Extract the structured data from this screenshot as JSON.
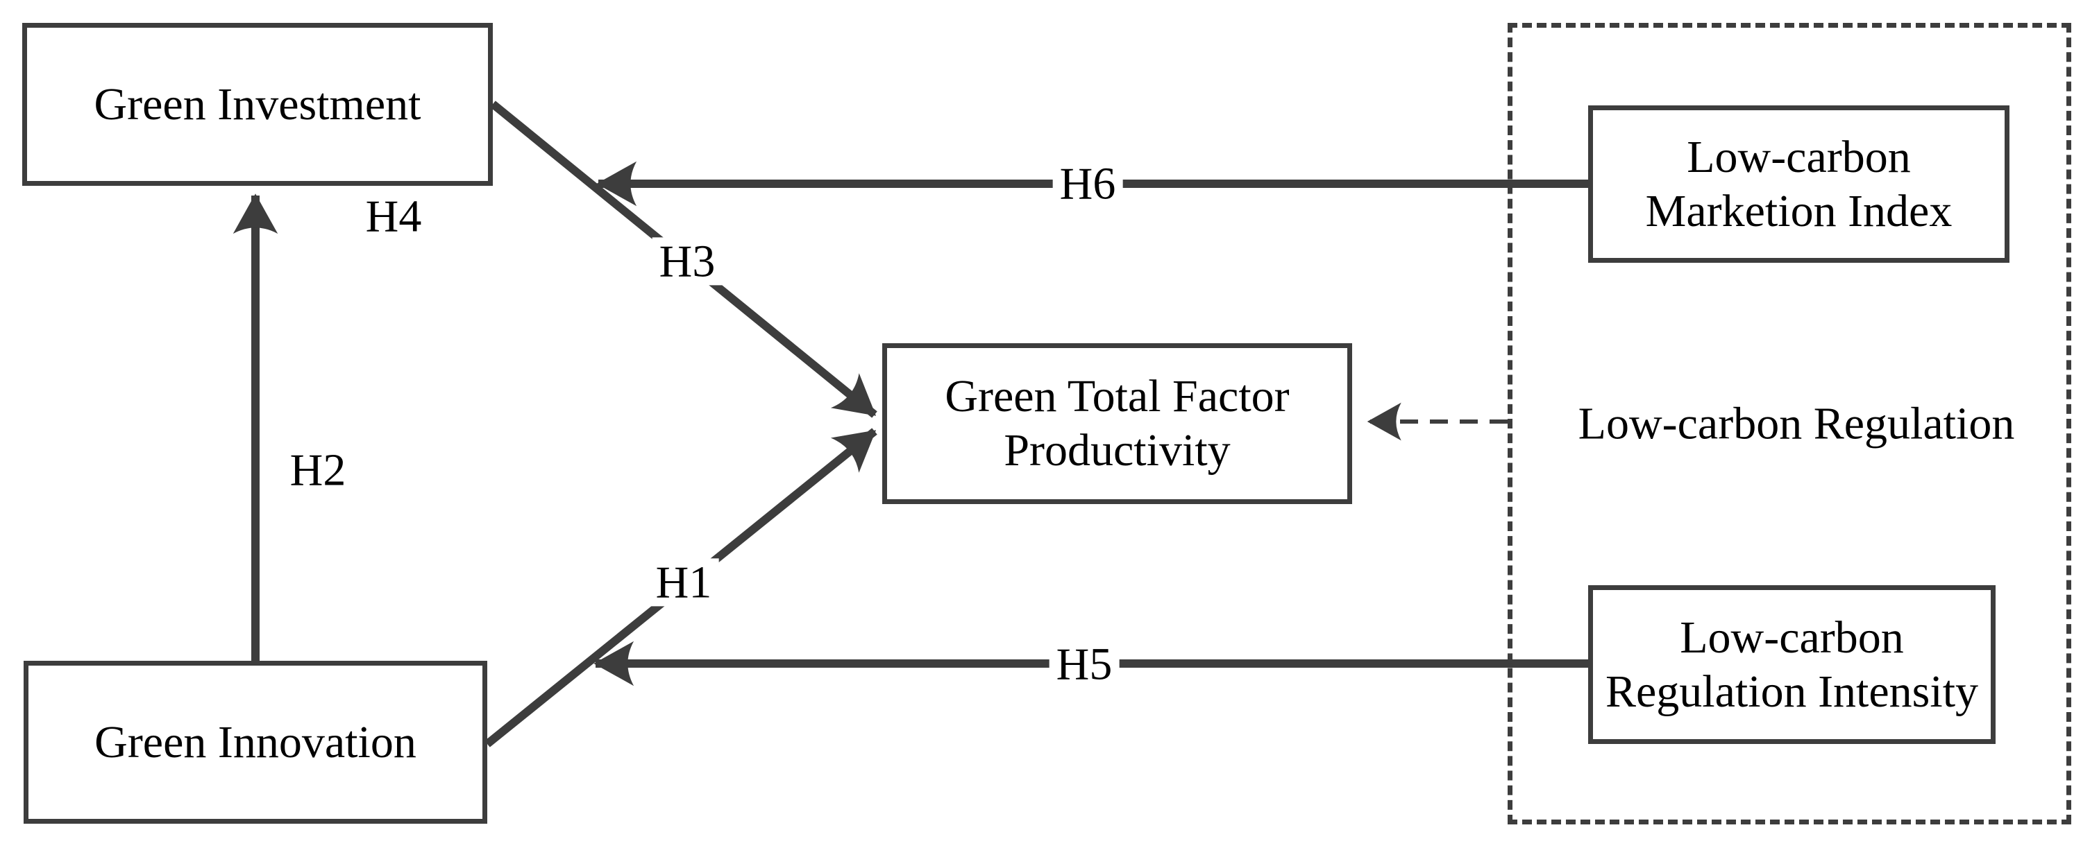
{
  "diagram": {
    "colors": {
      "line": "#3d3d3d",
      "text": "#000000",
      "background": "#ffffff"
    },
    "boxes": {
      "green_investment": {
        "label": "Green Investment"
      },
      "green_innovation": {
        "label": "Green Innovation"
      },
      "green_total_factor_productivity": {
        "label": "Green Total Factor\nProductivity"
      },
      "low_carbon_marketion_index": {
        "label": "Low-carbon\nMarketion Index"
      },
      "low_carbon_regulation_intensity": {
        "label": "Low-carbon\nRegulation Intensity"
      },
      "low_carbon_regulation_group": {
        "label": "Low-carbon Regulation"
      }
    },
    "hypotheses": {
      "h1": "H1",
      "h2": "H2",
      "h3": "H3",
      "h4": "H4",
      "h5": "H5",
      "h6": "H6"
    },
    "edges": [
      {
        "id": "H1",
        "from": "Green Innovation",
        "to": "Green Total Factor Productivity",
        "style": "solid-arrow"
      },
      {
        "id": "H2",
        "from": "Green Innovation",
        "to": "Green Investment",
        "style": "solid-arrow"
      },
      {
        "id": "H3",
        "from": "Green Investment",
        "to": "Green Total Factor Productivity",
        "style": "solid-arrow"
      },
      {
        "id": "H4",
        "label_near": "Green Investment",
        "style": "label"
      },
      {
        "id": "H5",
        "from": "Low-carbon Regulation Intensity",
        "to": "Green Innovation → GTFP path",
        "style": "solid-arrow"
      },
      {
        "id": "H6",
        "from": "Low-carbon Marketion Index",
        "to": "Green Investment → GTFP path",
        "style": "solid-arrow"
      },
      {
        "id": "moderation",
        "from": "Low-carbon Regulation",
        "to": "Green Total Factor Productivity",
        "style": "dashed-arrow"
      }
    ]
  }
}
